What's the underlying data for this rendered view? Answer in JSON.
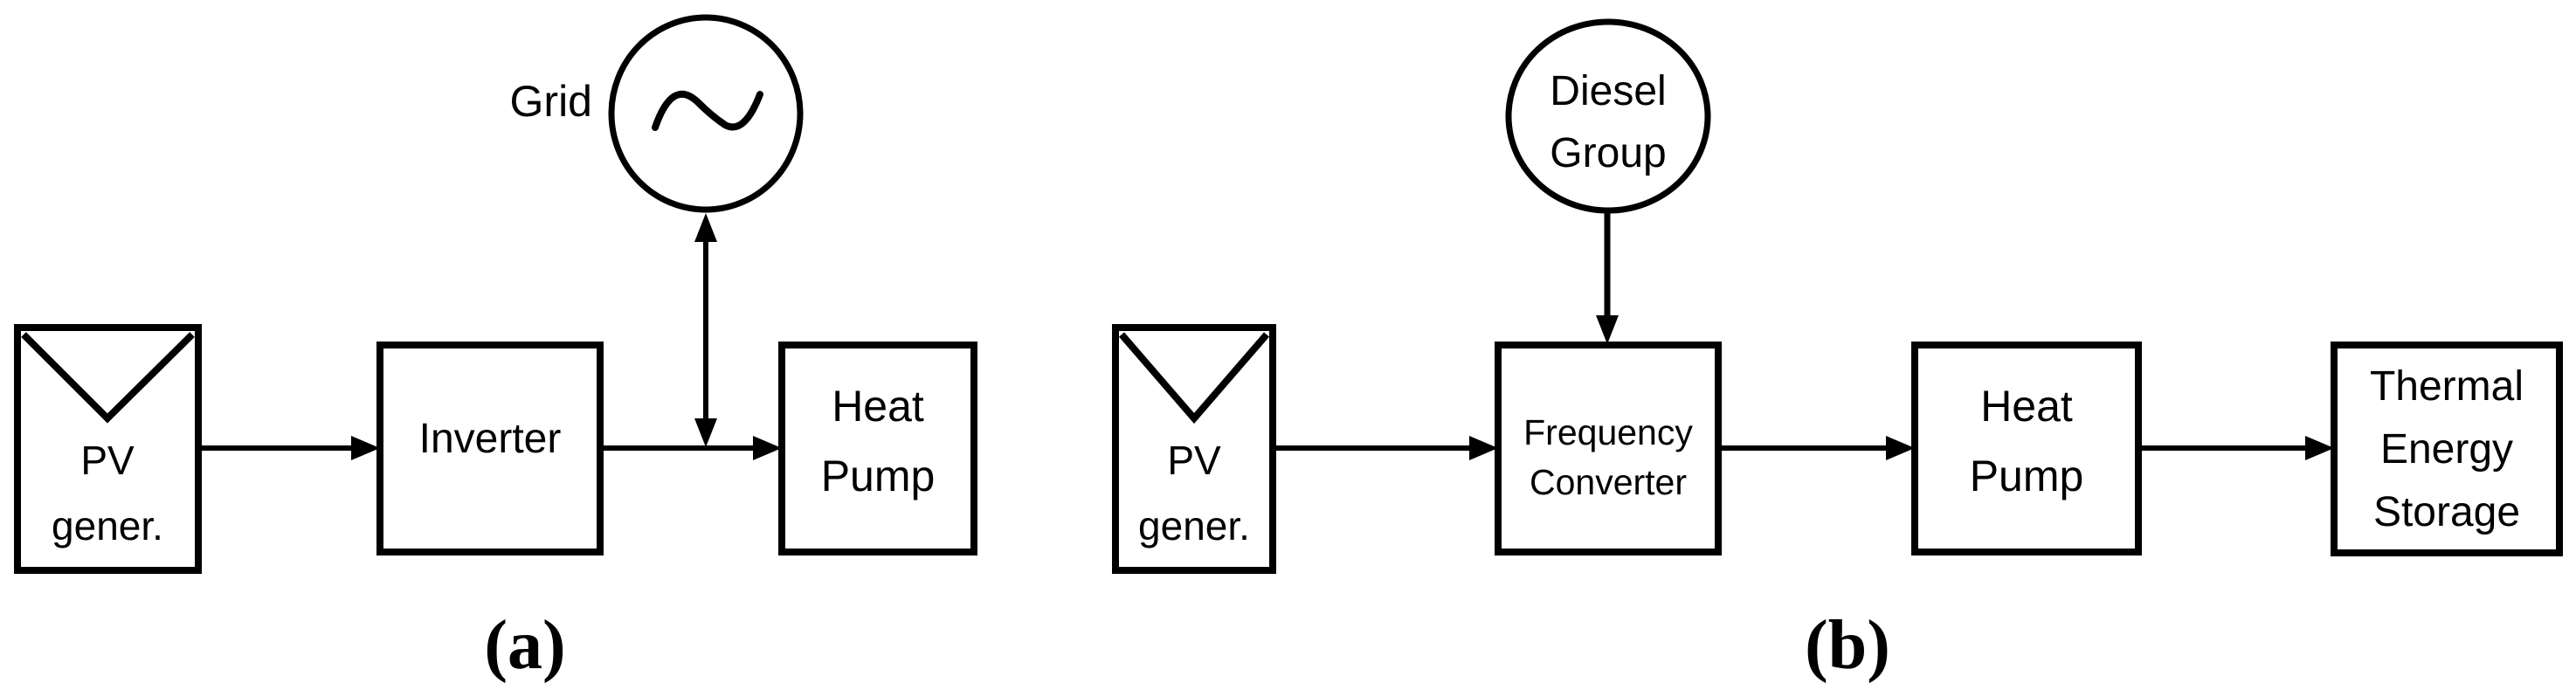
{
  "figure": {
    "caption_a": "(a)",
    "caption_b": "(b)"
  },
  "colors": {
    "ink": "#000000",
    "paper": "#ffffff"
  },
  "icons": {
    "grid_symbol": "ac-sine-icon",
    "pv_symbol": "pv-panel-chevron-icon"
  },
  "diagram_a": {
    "pv": {
      "line1": "PV",
      "line2": "gener."
    },
    "inverter": {
      "label": "Inverter"
    },
    "grid": {
      "label": "Grid"
    },
    "heat_pump": {
      "line1": "Heat",
      "line2": "Pump"
    }
  },
  "diagram_b": {
    "pv": {
      "line1": "PV",
      "line2": "gener."
    },
    "diesel": {
      "line1": "Diesel",
      "line2": "Group"
    },
    "frequency_converter": {
      "line1": "Frequency",
      "line2": "Converter"
    },
    "heat_pump": {
      "line1": "Heat",
      "line2": "Pump"
    },
    "thermal_storage": {
      "line1": "Thermal",
      "line2": "Energy",
      "line3": "Storage"
    }
  }
}
